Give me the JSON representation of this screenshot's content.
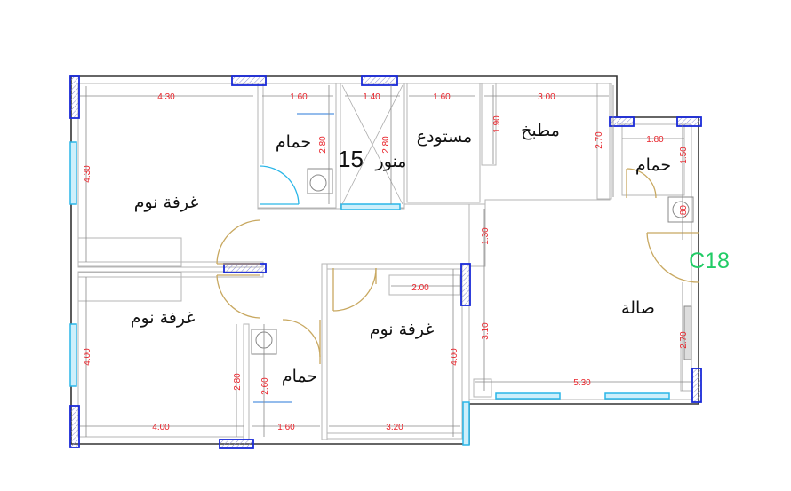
{
  "plan": {
    "code_tag": "C18",
    "colors": {
      "wall": "#333333",
      "inner_line": "#b0b0b0",
      "dimension": "#e8232a",
      "window": "#2ab6e8",
      "column": "#1a2ad8",
      "door": "#c8a860",
      "tag": "#22cc66"
    },
    "rooms": {
      "bedroom_top_left": "غرفة نوم",
      "bathroom_top": "حمام",
      "light_well": "منور",
      "light_well_number": "15",
      "storage": "مستودع",
      "kitchen": "مطبخ",
      "bathroom_right": "حمام",
      "living_room": "صالة",
      "bedroom_bottom_left": "غرفة نوم",
      "bathroom_bottom": "حمام",
      "bedroom_bottom_middle": "غرفة نوم"
    },
    "dimensions": {
      "top_left_bedroom_width": "4.30",
      "top_left_bedroom_height": "4.30",
      "top_bath_width": "1.60",
      "top_bath_height": "2.80",
      "light_well_width": "1.40",
      "light_well_height": "2.80",
      "storage_width": "1.60",
      "storage_height": "1.90",
      "kitchen_width": "3.00",
      "kitchen_height": "2.70",
      "right_bath_width": "1.80",
      "right_bath_height": "1.50",
      "right_bath_small": ".80",
      "corridor_height": "1.30",
      "living_height_left": "3.10",
      "living_height_right": "2.70",
      "living_width": "5.30",
      "bottom_left_bedroom_width": "4.00",
      "bottom_left_bedroom_height": "4.00",
      "bottom_bath_outer_height": "2.80",
      "bottom_bath_height": "2.60",
      "bottom_bath_width": "1.60",
      "middle_bedroom_width": "3.20",
      "middle_bedroom_height": "4.00",
      "middle_bedroom_closet": "2.00"
    }
  }
}
